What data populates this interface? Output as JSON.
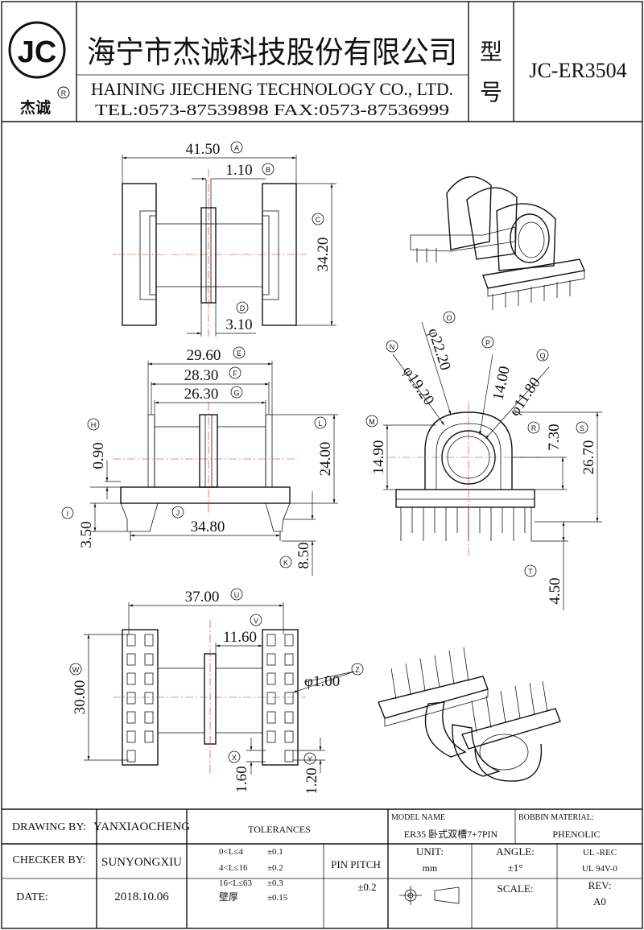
{
  "header": {
    "logo_letters": "JC",
    "logo_brand": "杰诚",
    "logo_registered": "R",
    "company_cn": "海宁市杰诚科技股份有限公司",
    "company_en": "HAINING JIECHENG TECHNOLOGY CO., LTD.",
    "contact": "TEL:0573-87539898   FAX:0573-87536999",
    "model_label_1": "型",
    "model_label_2": "号",
    "model_value": "JC-ER3504"
  },
  "dimensions": {
    "A": "41.50",
    "B": "1.10",
    "C": "34.20",
    "D": "3.10",
    "E": "29.60",
    "F": "28.30",
    "G": "26.30",
    "H": "0.90",
    "I": "3.50",
    "J": "34.80",
    "K": "8.50",
    "L": "24.00",
    "M": "14.90",
    "N": "19.20",
    "O": "22.20",
    "P": "14.00",
    "Q": "11.80",
    "R": "7.30",
    "S": "26.70",
    "T": "4.50",
    "U": "37.00",
    "V": "11.60",
    "W": "30.00",
    "X": "1.60",
    "Y": "1.20",
    "Z": "1.00"
  },
  "dimension_labels": {
    "A": "A",
    "B": "B",
    "C": "C",
    "D": "D",
    "E": "E",
    "F": "F",
    "G": "G",
    "H": "H",
    "I": "I",
    "J": "J",
    "K": "K",
    "L": "L",
    "M": "M",
    "N": "N",
    "O": "O",
    "P": "P",
    "Q": "Q",
    "R": "R",
    "S": "S",
    "T": "T",
    "U": "U",
    "V": "V",
    "W": "W",
    "X": "X",
    "Y": "Y",
    "Z": "Z"
  },
  "diameter_symbol": "φ",
  "title_block": {
    "drawing_by_label": "DRAWING  BY:",
    "drawing_by_value": "YANXIAOCHENG",
    "checker_by_label": "CHECKER  BY:",
    "checker_by_value": "SUNYONGXIU",
    "date_label": "DATE:",
    "date_value": "2018.10.06",
    "tolerances_label": "TOLERANCES",
    "tol_rows": [
      {
        "range": "0<L≤4",
        "tol": "±0.1"
      },
      {
        "range": "4<L≤16",
        "tol": "±0.2"
      },
      {
        "range": "16<L≤63",
        "tol": "±0.3"
      },
      {
        "range": "壁厚",
        "tol": "±0.15"
      }
    ],
    "pin_pitch_label": "PIN PITCH",
    "pin_pitch_value": "±0.2",
    "model_name_label": "MODEL NAME",
    "model_name_value": "ER35 卧式双槽7+7PIN",
    "bobbin_material_label": "BOBBIN MATERIAL:",
    "bobbin_material_value": "PHENOLIC",
    "unit_label": "UNIT:",
    "unit_value": "mm",
    "angle_label": "ANGLE:",
    "angle_value": "±1°",
    "ul_rec": "UL -REC",
    "ul_94": "UL  94V-0",
    "scale_label": "SCALE:",
    "rev_label": "REV:",
    "rev_value": "A0"
  }
}
